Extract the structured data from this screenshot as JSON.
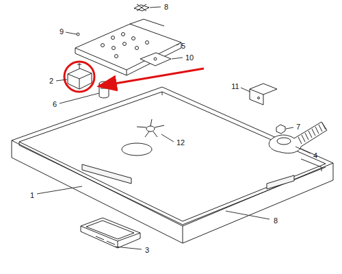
{
  "diagram": {
    "labels": [
      "8",
      "9",
      "5",
      "10",
      "2",
      "6",
      "11",
      "7",
      "4",
      "12",
      "1",
      "8",
      "3"
    ]
  }
}
